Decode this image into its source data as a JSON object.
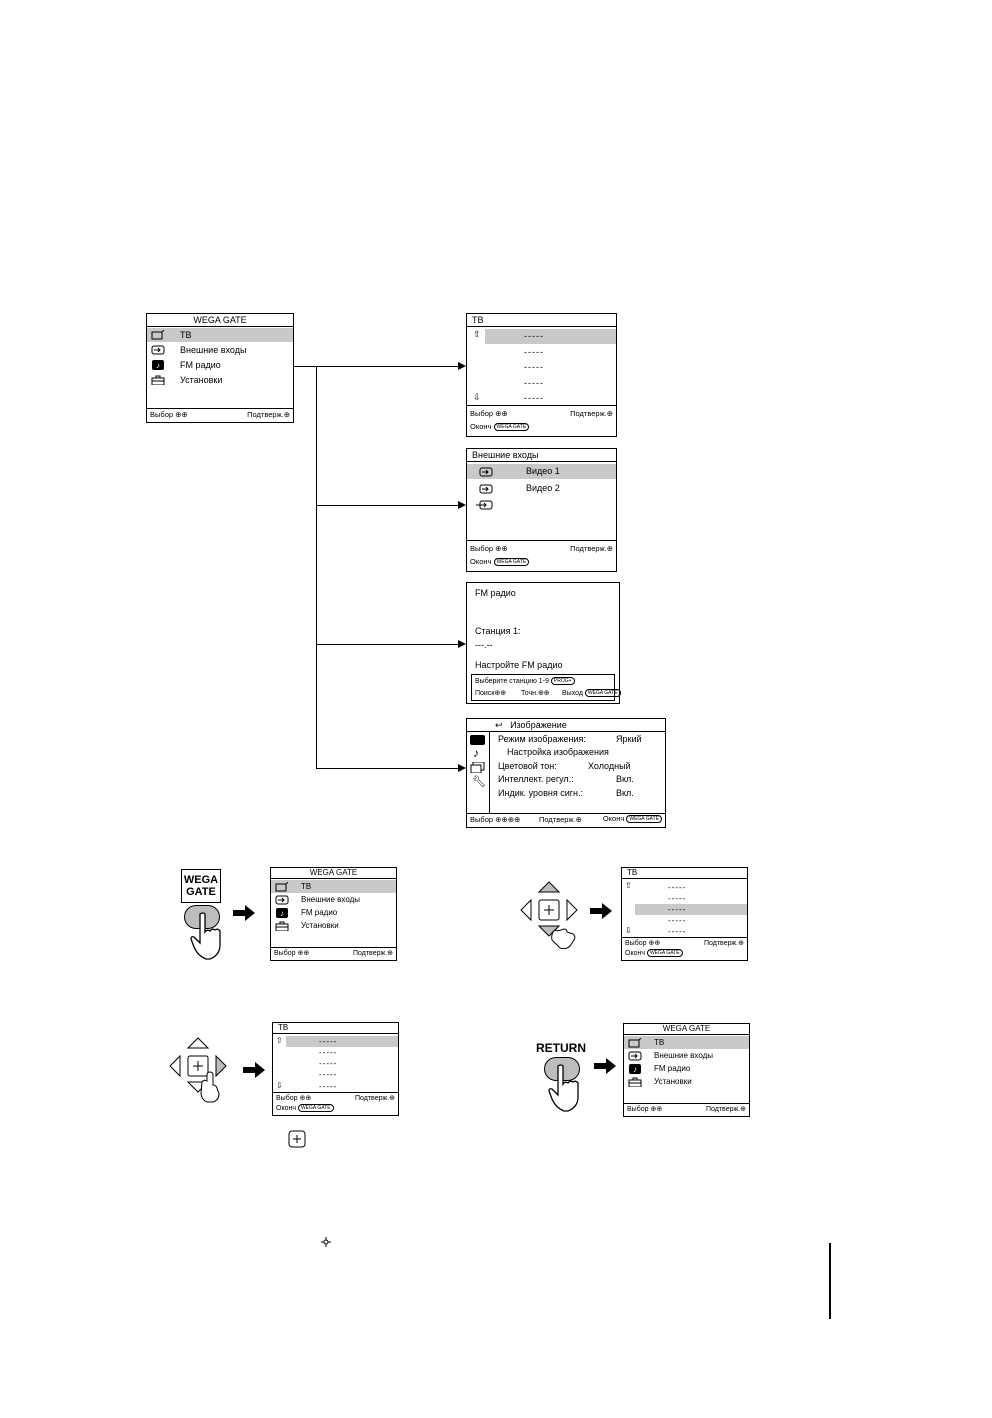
{
  "main_menu": {
    "title": "WEGA GATE",
    "items": [
      "ТВ",
      "Внешние входы",
      "FM радио",
      "Установки"
    ],
    "footer_select": "Выбор",
    "footer_confirm": "Подтверж."
  },
  "tv_menu": {
    "title": "ТВ",
    "entries": [
      "-----",
      "-----",
      "-----",
      "-----",
      "-----"
    ],
    "footer_select": "Выбор",
    "footer_confirm": "Подтверж.",
    "footer_end": "Оконч",
    "badge": "WEGA GATE"
  },
  "ext_inputs": {
    "title": "Внешние входы",
    "items": [
      "Видео 1",
      "Видео 2"
    ],
    "footer_select": "Выбор",
    "footer_confirm": "Подтверж.",
    "footer_end": "Оконч",
    "badge": "WEGA GATE"
  },
  "fm_radio": {
    "title": "FM радио",
    "station": "Станция 1:",
    "freq": "---.--",
    "tune": "Настройте FM радио",
    "hint_select": "Выберите станцию 1-9",
    "hint_badge": "PROG+",
    "search": "Поиск",
    "fine": "Точн.",
    "exit": "Выход",
    "badge": "WEGA GATE"
  },
  "picture_menu": {
    "title": "Изображение",
    "rows": [
      {
        "label": "Режим изображения:",
        "value": "Яркий"
      },
      {
        "label": "Настройка изображения",
        "value": ""
      },
      {
        "label": "Цветовой тон:",
        "value": "Холодный"
      },
      {
        "label": "Интеллект. регул.:",
        "value": "Вкл."
      },
      {
        "label": "Индик. уровня сигн.:",
        "value": "Вкл."
      }
    ],
    "footer_select": "Выбор",
    "footer_confirm": "Подтверж.",
    "footer_end": "Оконч",
    "badge": "WEGA GATE"
  },
  "buttons": {
    "wega_gate": [
      "WEGA",
      "GATE"
    ],
    "return": "RETURN"
  },
  "colors": {
    "highlight": "#c9c9c9",
    "button_gray": "#bdbdbd"
  }
}
